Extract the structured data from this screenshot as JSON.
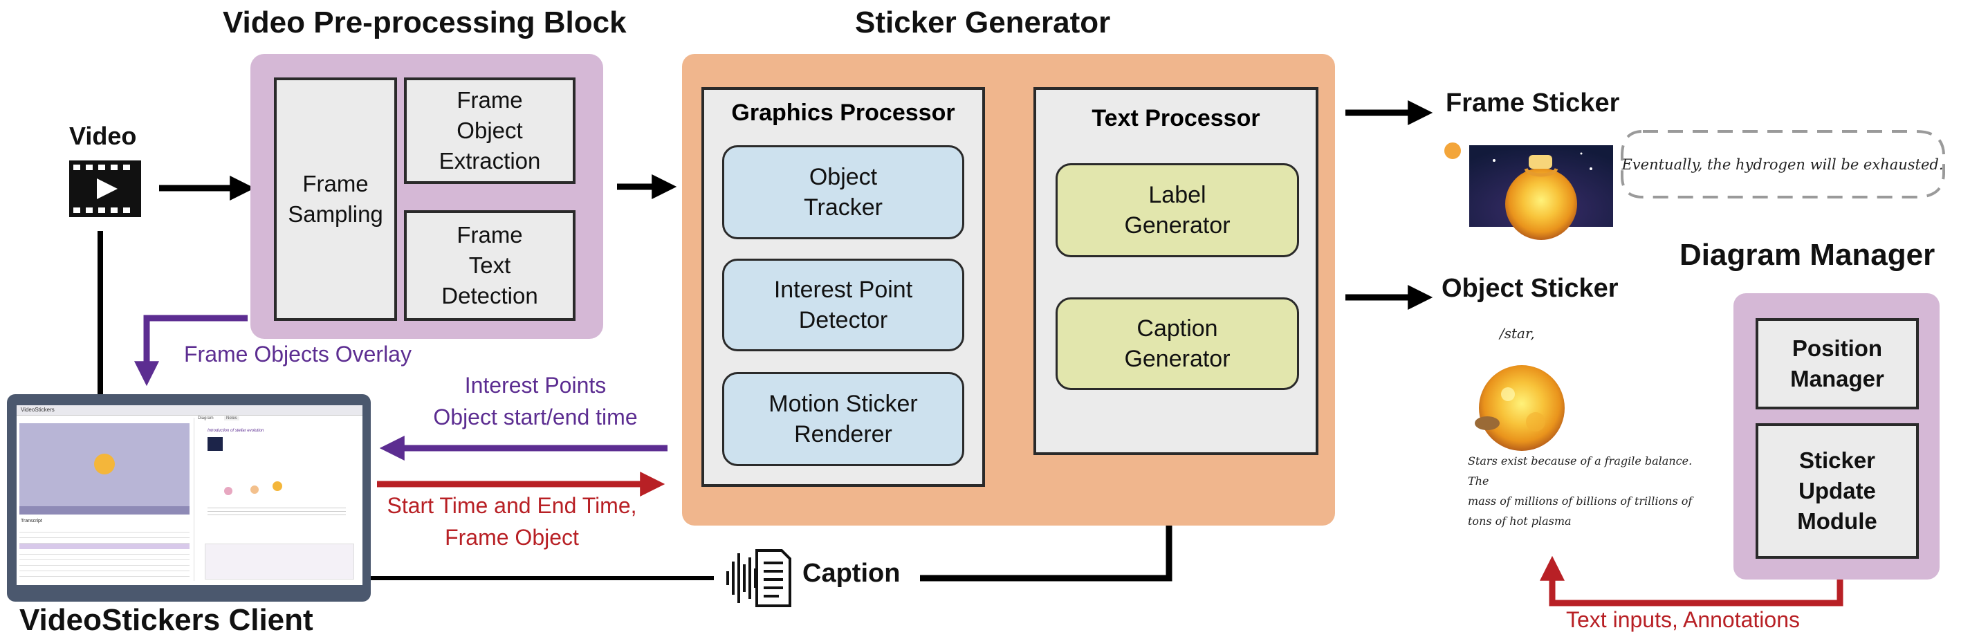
{
  "blocks": {
    "preprocessing": {
      "title": "Video Pre-processing Block",
      "frame_sampling": "Frame\nSampling",
      "frame_object_extraction": "Frame\nObject\nExtraction",
      "frame_text_detection": "Frame\nText\nDetection"
    },
    "sticker_generator": {
      "title": "Sticker Generator",
      "graphics_processor": {
        "title": "Graphics Processor",
        "object_tracker": "Object\nTracker",
        "interest_point_detector": "Interest Point\nDetector",
        "motion_sticker_renderer": "Motion Sticker\nRenderer"
      },
      "text_processor": {
        "title": "Text Processor",
        "label_generator": "Label\nGenerator",
        "caption_generator": "Caption\nGenerator"
      }
    },
    "diagram_manager": {
      "title": "Diagram Manager",
      "position_manager": "Position\nManager",
      "sticker_update_module": "Sticker\nUpdate\nModule"
    },
    "client": {
      "title": "VideoStickers Client"
    }
  },
  "inputs": {
    "video": "Video",
    "caption": "Caption"
  },
  "outputs": {
    "frame_sticker": {
      "title": "Frame Sticker",
      "caption_text": "Eventually, the hydrogen will be exhausted."
    },
    "object_sticker": {
      "title": "Object Sticker",
      "label_text": "/star,",
      "caption_text": "Stars exist because of a fragile balance. The\nmass of millions of billions of trillions of\ntons of hot plasma"
    }
  },
  "flows": {
    "frame_objects_overlay": "Frame Objects Overlay",
    "interest_points": "Interest Points\nObject start/end time",
    "start_end_time": "Start Time and End Time,\nFrame Object",
    "text_inputs": "Text inputs, Annotations"
  },
  "client_screen": {
    "window_title": "VideoStickers",
    "transcript_heading": "Transcript",
    "tab_diagram": "Diagram",
    "tab_notes": "Notes",
    "sticker_title": "Introduction of stellar evolution"
  },
  "colors": {
    "purple_region": "#d5b8d6",
    "orange_region": "#f0b68d",
    "gray_box": "#ebebeb",
    "blue_box": "#cde1ee",
    "green_box": "#e2e6ad",
    "purple_text": "#5c2d91",
    "red_text": "#b82025",
    "client_frame": "#4b586e"
  },
  "icons": [
    "video-film-icon",
    "audio-document-icon",
    "sun-star-illustration",
    "orange-dot-icon"
  ]
}
